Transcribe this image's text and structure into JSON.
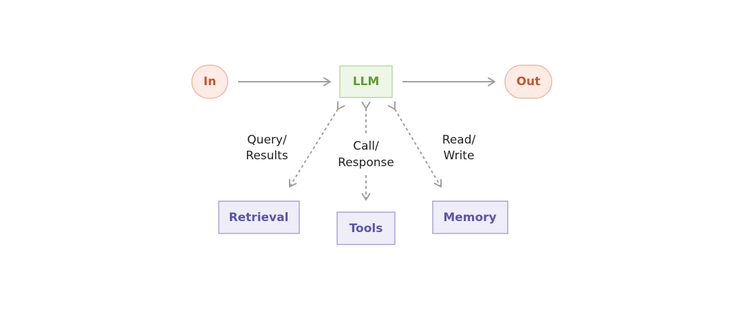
{
  "colors": {
    "io_fill": "#fdebe5",
    "io_stroke": "#f2b7a3",
    "io_text": "#c4562e",
    "llm_fill": "#eef6e7",
    "llm_stroke": "#b7d8a3",
    "llm_text": "#5e9a34",
    "aux_fill": "#eeedf8",
    "aux_stroke": "#a9a4d9",
    "aux_text": "#5b55a7",
    "arrow": "#a09f9a",
    "label": "#1f1f1f"
  },
  "nodes": {
    "input": {
      "label": "In"
    },
    "llm": {
      "label": "LLM"
    },
    "output": {
      "label": "Out"
    },
    "retrieval": {
      "label": "Retrieval"
    },
    "tools": {
      "label": "Tools"
    },
    "memory": {
      "label": "Memory"
    }
  },
  "edges": {
    "retrieval": {
      "line1": "Query/",
      "line2": "Results"
    },
    "tools": {
      "line1": "Call/",
      "line2": "Response"
    },
    "memory": {
      "line1": "Read/",
      "line2": "Write"
    }
  }
}
